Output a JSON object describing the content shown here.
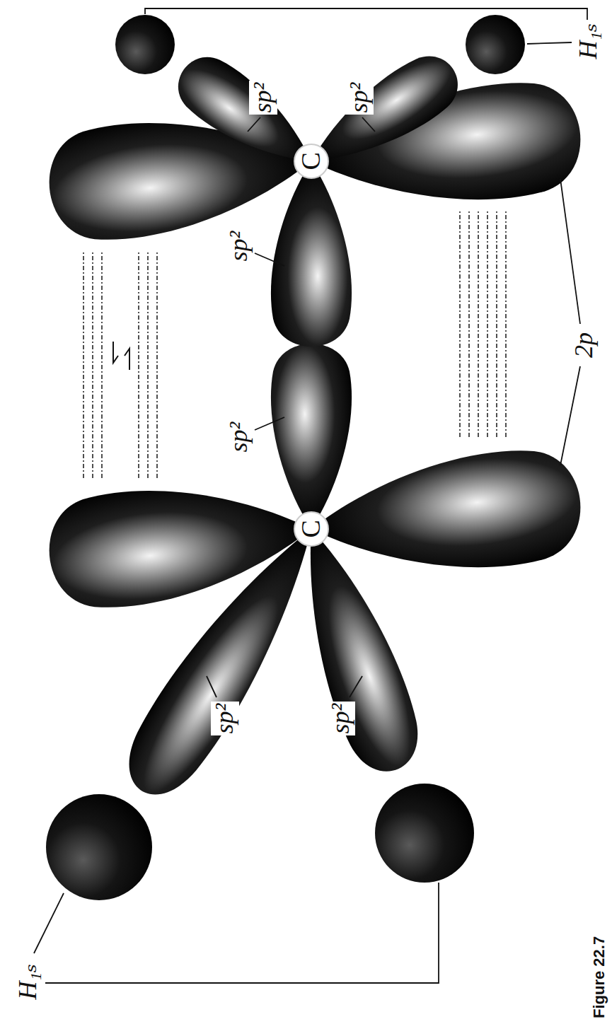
{
  "diagram": {
    "caption": "Figure 22.7",
    "labels": [
      "H₁ₛ",
      "sp²",
      "sp²",
      "C",
      "sp²",
      "sp²",
      "C",
      "sp²",
      "sp²",
      "2p",
      "H₁ₛ"
    ]
  }
}
